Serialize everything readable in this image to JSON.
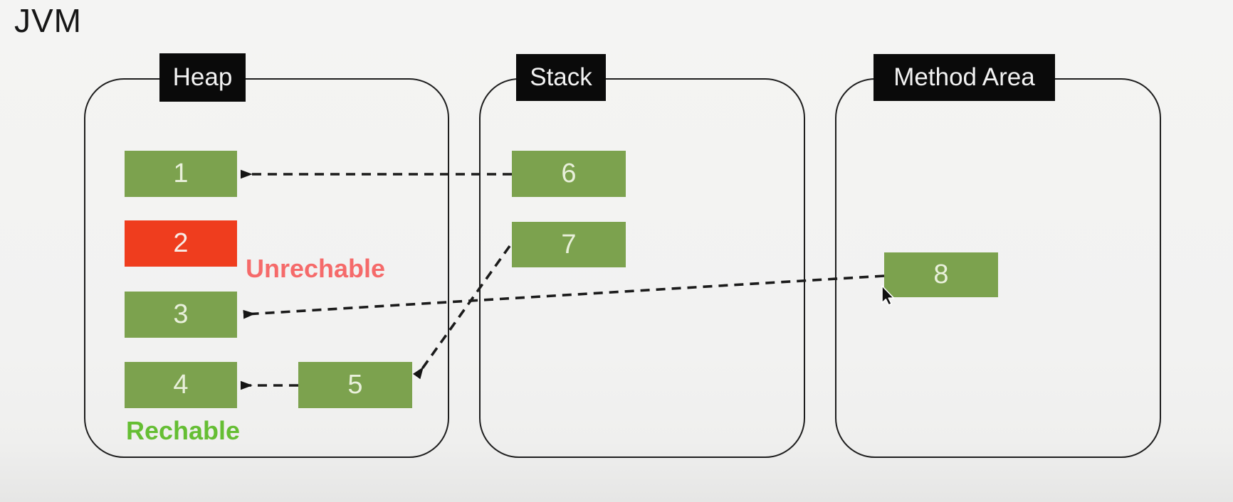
{
  "title": "JVM",
  "regions": {
    "heap": {
      "label": "Heap"
    },
    "stack": {
      "label": "Stack"
    },
    "method_area": {
      "label": "Method Area"
    }
  },
  "objects": {
    "1": {
      "label": "1",
      "region": "heap",
      "state": "reachable"
    },
    "2": {
      "label": "2",
      "region": "heap",
      "state": "unreachable"
    },
    "3": {
      "label": "3",
      "region": "heap",
      "state": "reachable"
    },
    "4": {
      "label": "4",
      "region": "heap",
      "state": "reachable"
    },
    "5": {
      "label": "5",
      "region": "heap",
      "state": "reachable"
    },
    "6": {
      "label": "6",
      "region": "stack",
      "state": "reachable"
    },
    "7": {
      "label": "7",
      "region": "stack",
      "state": "reachable"
    },
    "8": {
      "label": "8",
      "region": "method_area",
      "state": "reachable"
    }
  },
  "annotations": {
    "unreachable_label": "Unrechable",
    "reachable_label": "Rechable"
  },
  "references": [
    {
      "from": "6",
      "to": "1"
    },
    {
      "from": "7",
      "to": "5"
    },
    {
      "from": "5",
      "to": "4"
    },
    {
      "from": "8",
      "to": "3"
    }
  ],
  "colors": {
    "reachable_box": "#7ca24e",
    "unreachable_box": "#ef3d1e",
    "unreachable_text": "#f56a6a",
    "reachable_text": "#65be33",
    "region_label_bg": "#0a0a0a",
    "outline": "#1e1e1e",
    "arrow": "#1b1b1b",
    "background": "#f2f2f1"
  }
}
